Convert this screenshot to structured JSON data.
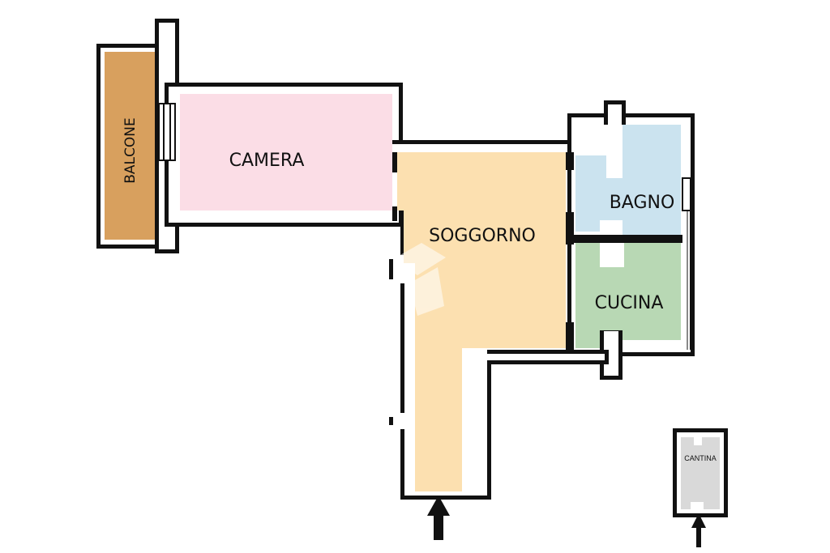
{
  "rooms": {
    "balcone": {
      "label": "BALCONE",
      "color": "#D8A05E"
    },
    "camera": {
      "label": "CAMERA",
      "color": "#FBDDE6"
    },
    "soggiorno": {
      "label": "SOGGORNO",
      "color": "#FCE0B0"
    },
    "bagno": {
      "label": "BAGNO",
      "color": "#CBE3EF"
    },
    "cucina": {
      "label": "CUCINA",
      "color": "#B8D8B4"
    },
    "cantina": {
      "label": "CANTINA",
      "color": "#D9D9D9"
    }
  },
  "colors": {
    "wall": "#111111",
    "entrance_arrow": "#111111"
  },
  "icons": {
    "main_entrance": "up-arrow-icon",
    "cantina_entrance": "up-arrow-icon"
  }
}
